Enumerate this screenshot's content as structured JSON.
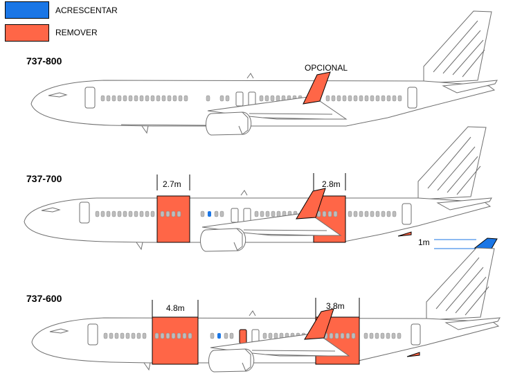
{
  "legend": {
    "add": {
      "label": "ACRESCENTAR",
      "color": "#1a76e6"
    },
    "remove": {
      "label": "REMOVER",
      "color": "#ff6647"
    }
  },
  "colors": {
    "fuselage": "#ffffff",
    "outline": "#6e6e6e",
    "window": "#bdbdbd",
    "remove": "#ff6647",
    "add": "#1a76e6"
  },
  "models": {
    "m800": {
      "name": "737-800",
      "note": "OPCIONAL"
    },
    "m700": {
      "name": "737-700",
      "plug_front": "2.7m",
      "plug_rear": "2.8m",
      "tail_extension": "1m"
    },
    "m600": {
      "name": "737-600",
      "plug_front": "4.8m",
      "plug_rear": "3.8m"
    }
  }
}
